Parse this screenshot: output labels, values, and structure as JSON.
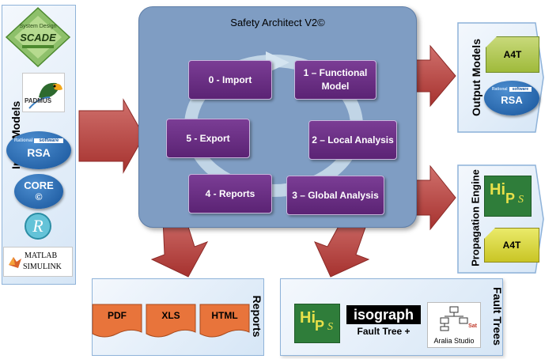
{
  "title": "Safety Architect V2©",
  "processes": {
    "p0": "0 - Import",
    "p1_line1": "1 – Functional",
    "p1_line2": "Model",
    "p2": "2 – Local Analysis",
    "p3": "3 – Global Analysis",
    "p4": "4 - Reports",
    "p5": "5 - Export"
  },
  "panels": {
    "input_models": "Input Models",
    "output_models": "Output Models",
    "propagation_engine": "Propagation Engine",
    "reports": "Reports",
    "fault_trees": "Fault Trees"
  },
  "input_logos": {
    "scade": "SCADE",
    "scade_top": "System Design",
    "padmus": "PADMUS",
    "rsa_tag_a": "Rational",
    "rsa_tag_b": "software",
    "rsa": "RSA",
    "core": "CORE",
    "core_c": "©",
    "matlab": "MATLAB",
    "simulink": "SIMULINK"
  },
  "output_logos": {
    "a4t": "A4T",
    "rsa_tag_a": "Rational",
    "rsa_tag_b": "software",
    "rsa": "RSA"
  },
  "engine_logos": {
    "hops_a": "Hi",
    "hops_b": "P",
    "hops_c": "S",
    "a4t": "A4T"
  },
  "report_formats": [
    "PDF",
    "XLS",
    "HTML"
  ],
  "fault_tree_logos": {
    "hops_a": "Hi",
    "hops_b": "P",
    "hops_c": "S",
    "isograph": "isograph",
    "fault_tree": "Fault Tree +",
    "aralia": "Aralia Studio",
    "satt": "Sat"
  },
  "colors": {
    "process": "#6a2d85",
    "core": "#7f9dc3",
    "arrow": "#c0504d",
    "a4t": "#9fba3b",
    "report_doc": "#e8743b"
  }
}
